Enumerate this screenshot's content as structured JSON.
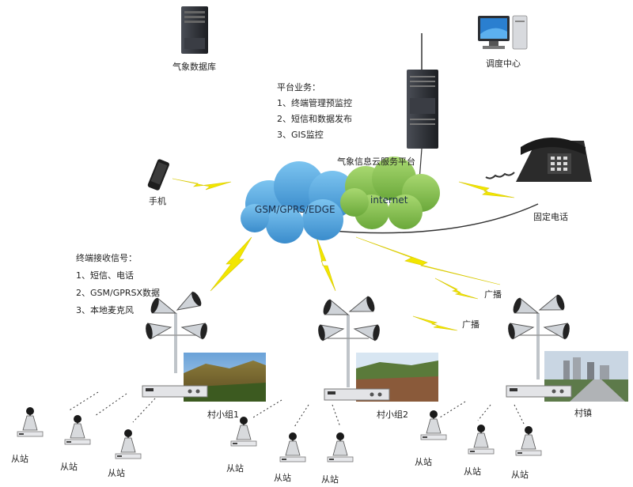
{
  "labels": {
    "weather_db": "气象数据库",
    "dispatch_center": "调度中心",
    "platform_title": "平台业务：",
    "platform_items": [
      "1、终端管理预监控",
      "2、短信和数据发布",
      "3、GIS监控"
    ],
    "cloud_platform": "气象信息云服务平台",
    "gsm_cloud": "GSM/GPRS/EDGE",
    "internet_cloud": "internet",
    "mobile": "手机",
    "landline": "固定电话",
    "terminal_title": "终端接收信号：",
    "terminal_items": [
      "1、短信、电话",
      "2、GSM/GPRSX数据",
      "3、本地麦克风"
    ],
    "broadcast_1": "广播",
    "broadcast_2": "广播",
    "village_group_1": "村小组1",
    "village_group_2": "村小组2",
    "town": "村镇",
    "substation": "从站"
  },
  "colors": {
    "cloud_blue": "#4a9fd8",
    "cloud_green": "#86c24a",
    "bolt_yellow": "#f2e600",
    "server_dark": "#2a2d33",
    "phone_dark": "#2b2b2b"
  }
}
